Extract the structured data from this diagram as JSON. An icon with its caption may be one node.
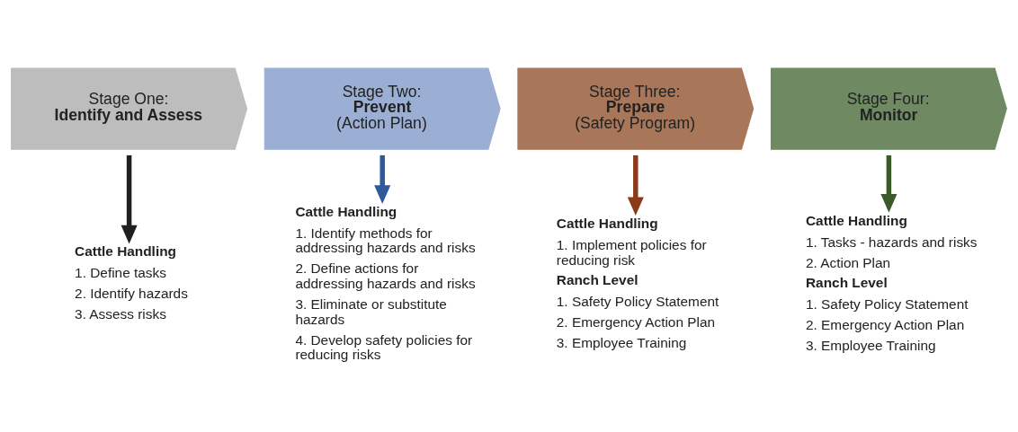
{
  "diagram": {
    "nodes": [
      {
        "text": [
          "Stage One:",
          "Identify and Assess"
        ]
      },
      {
        "text": [
          "Stage Two:",
          "Prevent",
          "(Action Plan)"
        ]
      },
      {
        "text": [
          "Stage Three:",
          "Prepare",
          "(Safety Program)"
        ]
      },
      {
        "text": [
          "Stage Four:",
          "Monitor"
        ]
      },
      {
        "text": [
          "Cattle Handling",
          "1. Define tasks",
          "2. Identify hazards",
          "3. Assess risks"
        ]
      },
      {
        "text": [
          "Cattle Handling",
          "1. Identify methods for addressing hazards and risks",
          "2. Define actions for addressing hazards and risks",
          "3. Eliminate or substitute hazards",
          "4. Develop safety policies for reducing risks"
        ]
      },
      {
        "text": [
          "Cattle Handling",
          "1. Implement policies for reducing risk",
          "Ranch Level",
          "1. Safety Policy Statement",
          "2. Emergency Action Plan",
          "3. Employee Training"
        ]
      },
      {
        "text": [
          "Cattle Handling",
          "1. Tasks - hazards and risks",
          "2. Action Plan",
          "Ranch Level",
          "1. Safety Policy Statement",
          "2. Emergency Action Plan",
          "3. Employee Training"
        ]
      }
    ],
    "edges": [
      {
        "from": 0,
        "to": 4,
        "arrow": "to",
        "color": "#231f20"
      },
      {
        "from": 1,
        "to": 5,
        "arrow": "to",
        "color": "#2e5a9c"
      },
      {
        "from": 2,
        "to": 6,
        "arrow": "to",
        "color": "#8b3a1a"
      },
      {
        "from": 3,
        "to": 7,
        "arrow": "to",
        "color": "#3b5a2a"
      }
    ]
  }
}
